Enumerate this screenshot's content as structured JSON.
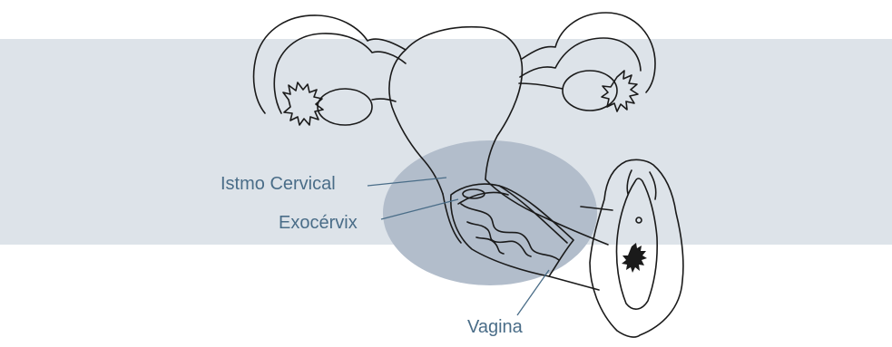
{
  "labels": {
    "istmo_cervical": "Istmo Cervical",
    "exocervix": "Exocérvix",
    "vagina": "Vagina"
  },
  "colors": {
    "band": "#dde3e9",
    "highlight": "#b2bdcb",
    "label": "#4a6d88",
    "outline": "#1a1a1a"
  }
}
